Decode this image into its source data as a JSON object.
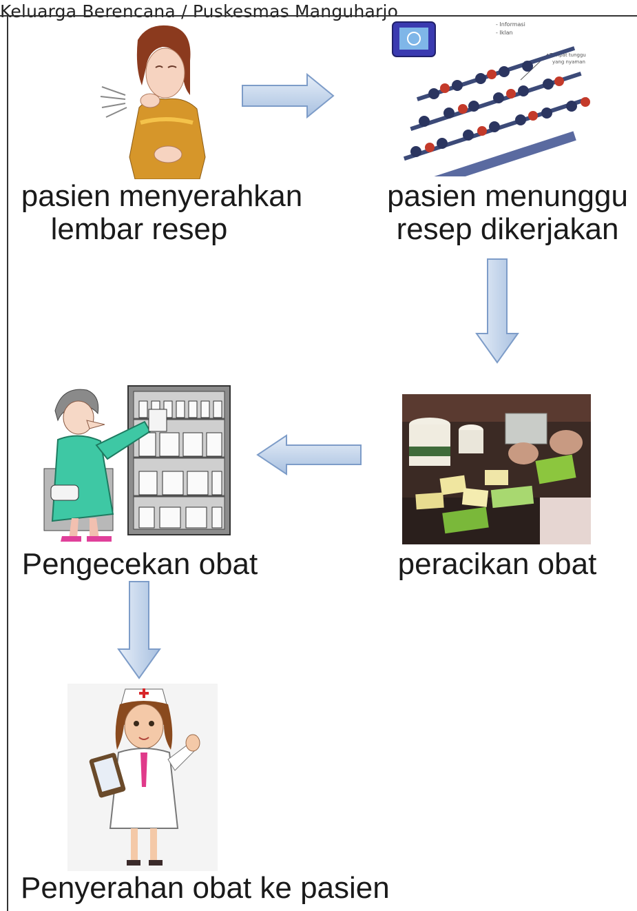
{
  "header": {
    "title": "Keluarga Berencana / Puskesmas Manguharjo"
  },
  "steps": [
    {
      "id": "menyerahkan",
      "line1": "pasien menyerahkan",
      "line2": "lembar resep",
      "icon": "coughing-patient-illustration"
    },
    {
      "id": "menunggu",
      "line1": "pasien menunggu",
      "line2": "resep dikerjakan",
      "icon": "waiting-room-illustration"
    },
    {
      "id": "peracikan",
      "line1": "peracikan obat",
      "icon": "compounding-photo"
    },
    {
      "id": "pengecekan",
      "line1": "Pengecekan obat",
      "icon": "pharmacist-cabinet-illustration"
    },
    {
      "id": "penyerahan",
      "line1": "Penyerahan obat ke pasien",
      "icon": "nurse-tablet-illustration"
    }
  ],
  "waiting_room_sign": {
    "line1": "- Informasi",
    "line2": "- Iklan",
    "callout1": "Tempat tunggu",
    "callout2": "yang nyaman"
  },
  "colors": {
    "arrow_fill_light": "#e6eef8",
    "arrow_fill_dark": "#a8c0e0",
    "arrow_stroke": "#7d9cc8"
  }
}
